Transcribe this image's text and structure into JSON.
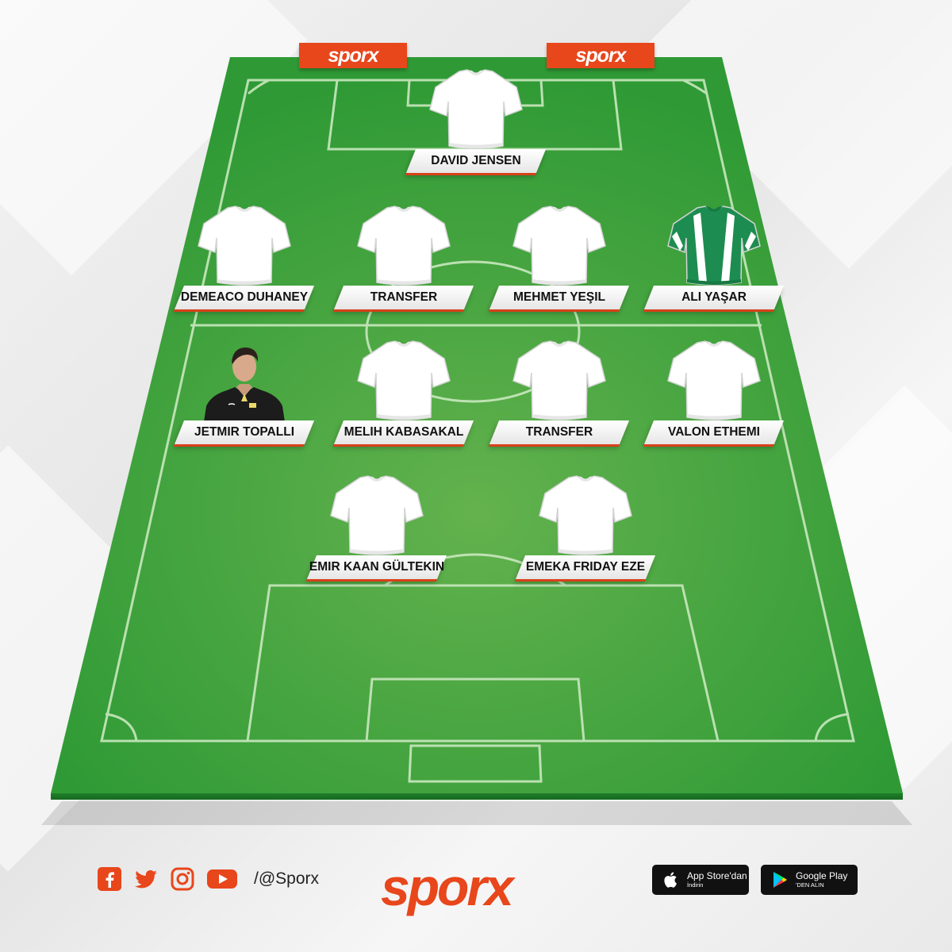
{
  "brand": {
    "logo_text": "sporx",
    "accent_color": "#e8461b",
    "pitch_dark": "#2f9a35",
    "pitch_light": "#63b24e"
  },
  "players": [
    {
      "name": "DAVID JENSEN",
      "shirt": "white"
    },
    {
      "name": "DEMEACO DUHANEY",
      "shirt": "white"
    },
    {
      "name": "TRANSFER",
      "shirt": "white"
    },
    {
      "name": "MEHMET YEŞIL",
      "shirt": "white"
    },
    {
      "name": "ALI YAŞAR",
      "shirt": "green-white"
    },
    {
      "name": "JETMIR TOPALLI",
      "shirt": "photo"
    },
    {
      "name": "MELIH KABASAKAL",
      "shirt": "white"
    },
    {
      "name": "TRANSFER",
      "shirt": "white"
    },
    {
      "name": "VALON ETHEMI",
      "shirt": "white"
    },
    {
      "name": "EMIR KAAN GÜLTEKIN",
      "shirt": "white"
    },
    {
      "name": "EMEKA FRIDAY EZE",
      "shirt": "white"
    }
  ],
  "footer": {
    "social_icons": [
      "facebook-icon",
      "twitter-icon",
      "instagram-icon",
      "youtube-icon"
    ],
    "handle": "/@Sporx",
    "app_store": {
      "line1": "App Store'dan",
      "line2": "İndirin"
    },
    "google_play": {
      "line1": "Google Play",
      "line2": "'DEN ALIN"
    }
  }
}
